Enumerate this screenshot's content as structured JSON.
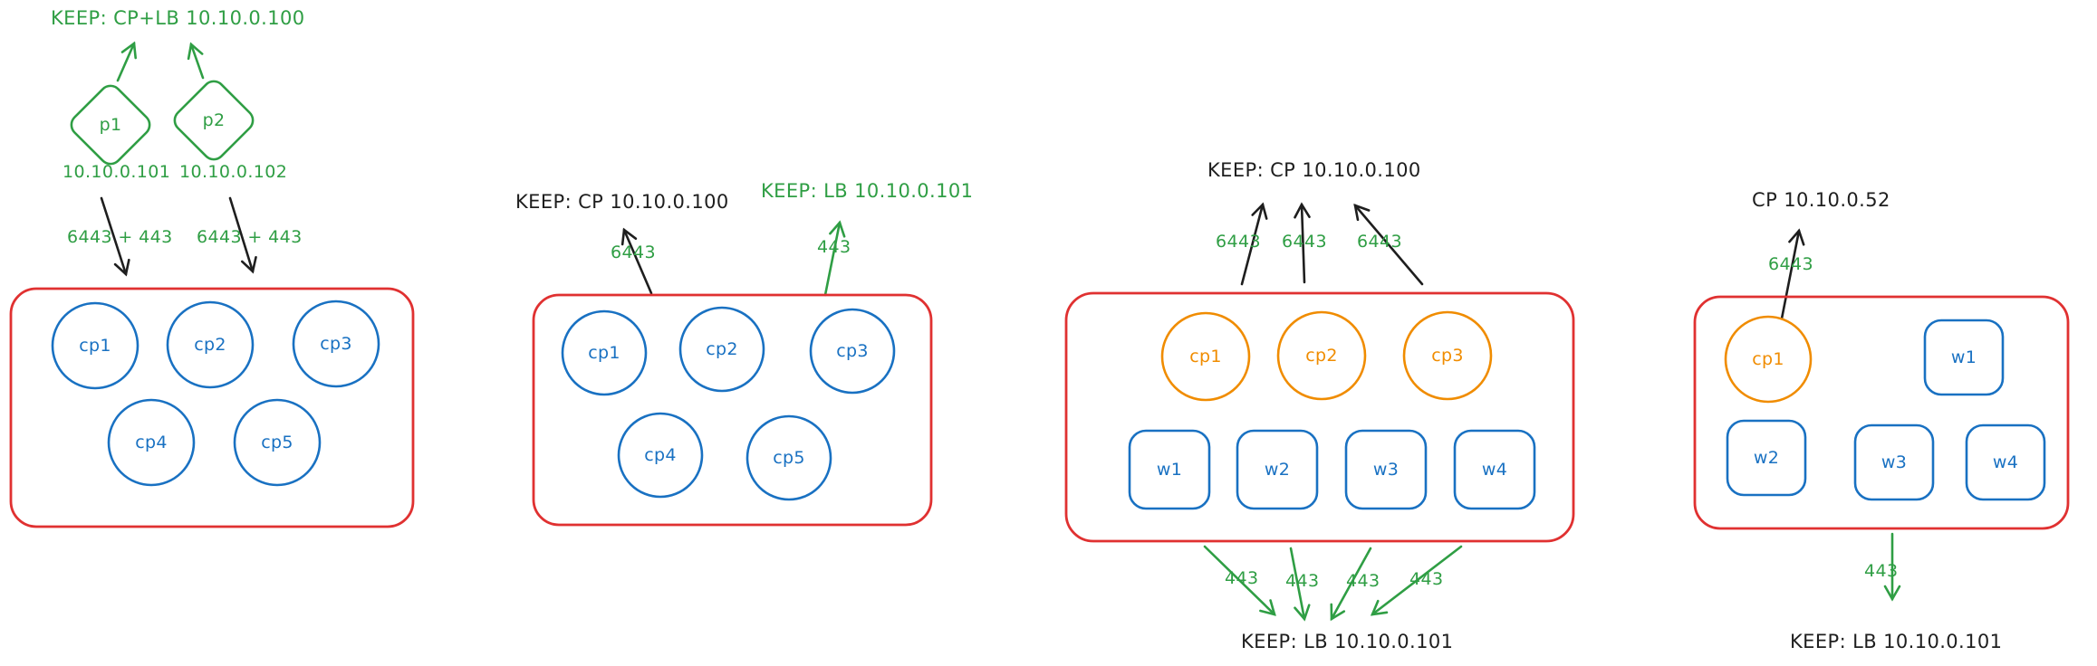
{
  "palette": {
    "green": "#2f9e44",
    "red": "#e03131",
    "blue": "#1971c2",
    "orange": "#f08c00",
    "ink": "#1e1e1e"
  },
  "scenario1": {
    "keep_label": "KEEP: CP+LB 10.10.0.100",
    "vips": [
      {
        "label": "p1",
        "ip": "10.10.0.101",
        "ports": "6443 + 443"
      },
      {
        "label": "p2",
        "ip": "10.10.0.102",
        "ports": "6443 + 443"
      }
    ],
    "nodes": [
      "cp1",
      "cp2",
      "cp3",
      "cp4",
      "cp5"
    ]
  },
  "scenario2": {
    "keep_cp_label": "KEEP: CP 10.10.0.100",
    "keep_lb_label": "KEEP: LB 10.10.0.101",
    "cp_port": "6443",
    "lb_port": "443",
    "nodes": [
      "cp1",
      "cp2",
      "cp3",
      "cp4",
      "cp5"
    ]
  },
  "scenario3": {
    "keep_cp_label": "KEEP: CP 10.10.0.100",
    "keep_lb_label": "KEEP: LB 10.10.0.101",
    "cp_ports": [
      "6443",
      "6443",
      "6443"
    ],
    "lb_ports": [
      "443",
      "443",
      "443",
      "443"
    ],
    "control_nodes": [
      "cp1",
      "cp2",
      "cp3"
    ],
    "worker_nodes": [
      "w1",
      "w2",
      "w3",
      "w4"
    ]
  },
  "scenario4": {
    "cp_label": "CP 10.10.0.52",
    "keep_lb_label": "KEEP: LB 10.10.0.101",
    "cp_port": "6443",
    "lb_port": "443",
    "control_nodes": [
      "cp1"
    ],
    "worker_nodes": [
      "w1",
      "w2",
      "w3",
      "w4"
    ]
  }
}
